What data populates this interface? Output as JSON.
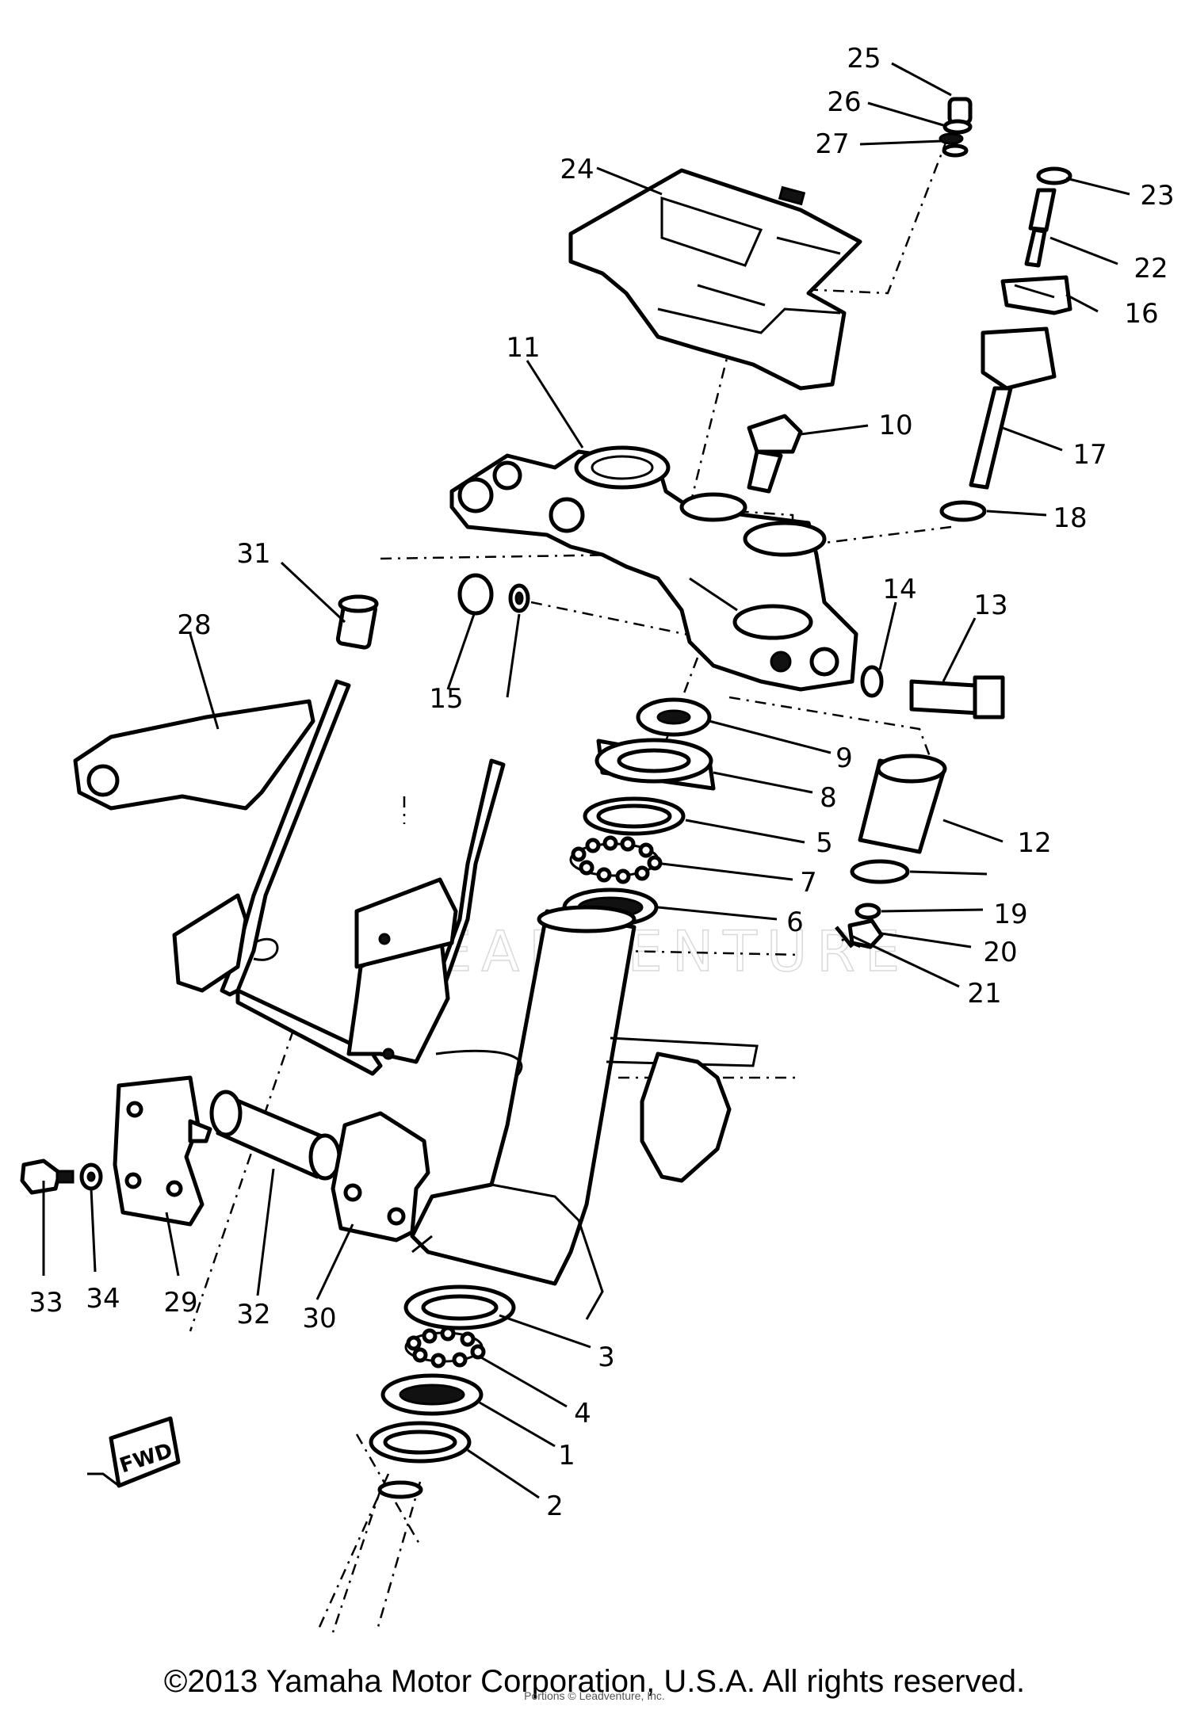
{
  "diagram": {
    "watermark": "LEADVENTURE",
    "fwd_badge": "FWD",
    "part_numbers": [
      "1",
      "2",
      "3",
      "4",
      "5",
      "6",
      "7",
      "8",
      "9",
      "10",
      "11",
      "12",
      "13",
      "14",
      "15",
      "16",
      "17",
      "18",
      "19",
      "20",
      "21",
      "22",
      "23",
      "24",
      "25",
      "26",
      "27",
      "28",
      "29",
      "30",
      "31",
      "32",
      "33",
      "34"
    ]
  },
  "footer": {
    "copyright": "©2013 Yamaha Motor Corporation, U.S.A. All rights reserved.",
    "fine_print": "Portions © Leadventure, Inc."
  }
}
